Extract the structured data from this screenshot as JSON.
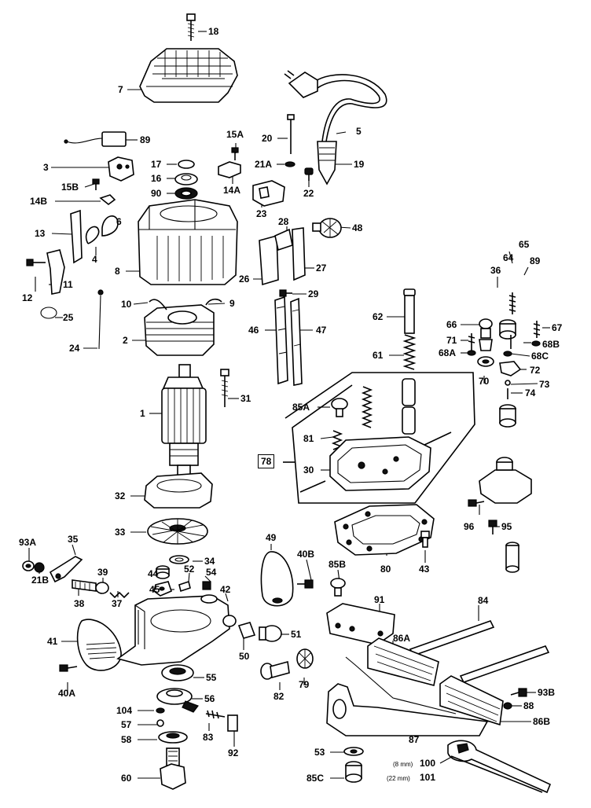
{
  "labels": {
    "p18": "18",
    "p7": "7",
    "p5": "5",
    "p89a": "89",
    "p15a": "15A",
    "p20": "20",
    "p21a": "21A",
    "p19": "19",
    "p22": "22",
    "p3": "3",
    "p17": "17",
    "p16": "16",
    "p90": "90",
    "p14a": "14A",
    "p15b": "15B",
    "p14b": "14B",
    "p23": "23",
    "p6": "6",
    "p28": "28",
    "p48": "48",
    "p13": "13",
    "p4": "4",
    "p8": "8",
    "p26": "26",
    "p27": "27",
    "p12": "12",
    "p11": "11",
    "p29": "29",
    "p65": "65",
    "p64": "64",
    "p36": "36",
    "p89b": "89",
    "p10": "10",
    "p9": "9",
    "p25": "25",
    "p62": "62",
    "p66": "66",
    "p67": "67",
    "p46": "46",
    "p47": "47",
    "p71": "71",
    "p68b": "68B",
    "p68a": "68A",
    "p68c": "68C",
    "p2": "2",
    "p24": "24",
    "p61": "61",
    "p72": "72",
    "p70": "70",
    "p73": "73",
    "p74": "74",
    "p31": "31",
    "p85a": "85A",
    "p1": "1",
    "p81": "81",
    "p78": "78",
    "p30": "30",
    "p32": "32",
    "p96": "96",
    "p95": "95",
    "p33": "33",
    "p49": "49",
    "p80": "80",
    "p43": "43",
    "p93a": "93A",
    "p35": "35",
    "p34": "34",
    "p40b": "40B",
    "p85b": "85B",
    "p44": "44",
    "p52": "52",
    "p39": "39",
    "p54": "54",
    "p21b": "21B",
    "p45": "45",
    "p42": "42",
    "p38": "38",
    "p37": "37",
    "p91": "91",
    "p84": "84",
    "p41": "41",
    "p51": "51",
    "p86a": "86A",
    "p50": "50",
    "p55": "55",
    "p40a": "40A",
    "p82": "82",
    "p79": "79",
    "p93b": "93B",
    "p56": "56",
    "p88": "88",
    "p104": "104",
    "p57": "57",
    "p86b": "86B",
    "p83": "83",
    "p58": "58",
    "p87": "87",
    "p92": "92",
    "p53": "53",
    "p100": "100",
    "p60": "60",
    "p85c": "85C",
    "p101": "101",
    "n8mm": "(8 mm)",
    "n22mm": "(22 mm)"
  }
}
